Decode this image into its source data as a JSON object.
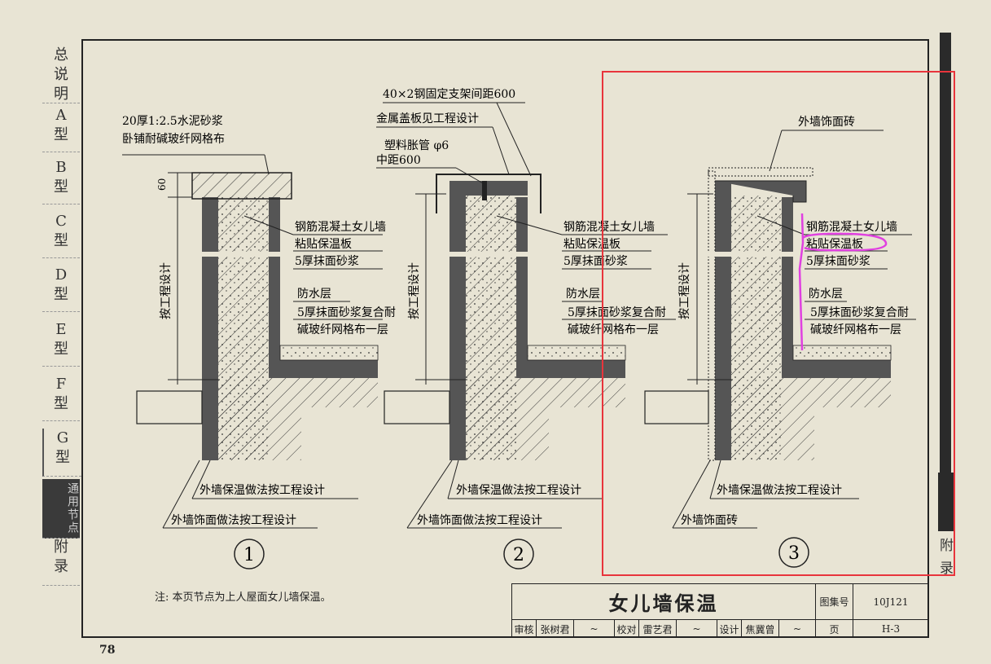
{
  "sidebar": {
    "items": [
      {
        "label": "总\n说\n明"
      },
      {
        "label": "A\n型"
      },
      {
        "label": "B\n型"
      },
      {
        "label": "C\n型"
      },
      {
        "label": "D\n型"
      },
      {
        "label": "E\n型"
      },
      {
        "label": "F\n型"
      },
      {
        "label": "G\n型"
      },
      {
        "label": "通用节点"
      },
      {
        "label": "附\n录"
      }
    ]
  },
  "right_sidebar": {
    "labels": [
      "附",
      "录"
    ]
  },
  "details": {
    "d1": {
      "top_label_1": "20厚1:2.5水泥砂浆",
      "top_label_2": "卧铺耐碱玻纤网格布",
      "dim_60": "60",
      "dim_vertical": "按工程设计",
      "l1": "钢筋混凝土女儿墙",
      "l2": "粘贴保温板",
      "l3": "5厚抹面砂浆",
      "l4": "防水层",
      "l5": "5厚抹面砂浆复合耐",
      "l6": "碱玻纤网格布一层",
      "b1": "外墙保温做法按工程设计",
      "b2": "外墙饰面做法按工程设计",
      "number": "1"
    },
    "d2": {
      "top_label_1": "40×2钢固定支架间距600",
      "top_label_2": "金属盖板见工程设计",
      "top_label_3": "塑料胀管 φ6",
      "top_label_4": "中距600",
      "dim_vertical": "按工程设计",
      "l1": "钢筋混凝土女儿墙",
      "l2": "粘贴保温板",
      "l3": "5厚抹面砂浆",
      "l4": "防水层",
      "l5": "5厚抹面砂浆复合耐",
      "l6": "碱玻纤网格布一层",
      "b1": "外墙保温做法按工程设计",
      "b2": "外墙饰面做法按工程设计",
      "number": "2"
    },
    "d3": {
      "top_label_1": "外墙饰面砖",
      "dim_vertical": "按工程设计",
      "l1": "钢筋混凝土女儿墙",
      "l2": "粘贴保温板",
      "l3": "5厚抹面砂浆",
      "l4": "防水层",
      "l5": "5厚抹面砂浆复合耐",
      "l6": "碱玻纤网格布一层",
      "b1": "外墙保温做法按工程设计",
      "b2": "外墙饰面砖",
      "number": "3"
    }
  },
  "note": "注: 本页节点为上人屋面女儿墙保温。",
  "title_block": {
    "title": "女儿墙保温",
    "atlas_label": "图集号",
    "atlas_no": "10J121",
    "page_label": "页",
    "page_no": "H-3",
    "review_label": "审核",
    "reviewer": "张树君",
    "check_label": "校对",
    "checker": "雷艺君",
    "design_label": "设计",
    "designer": "焦冀曾"
  },
  "page_number": "78",
  "colors": {
    "highlight_box": "#e8343c",
    "markup": "#e040e0",
    "paper": "#e8e4d4",
    "ink": "#222222"
  }
}
